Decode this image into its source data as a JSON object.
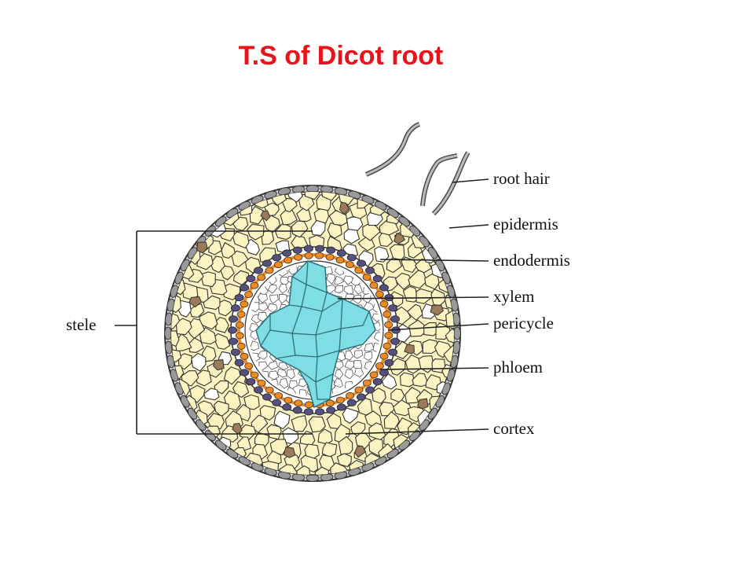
{
  "title": "T.S of Dicot root",
  "labels": {
    "root_hair": "root hair",
    "epidermis": "epidermis",
    "endodermis": "endodermis",
    "xylem": "xylem",
    "pericycle": "pericycle",
    "phloem": "phloem",
    "cortex": "cortex",
    "stele": "stele"
  },
  "colors": {
    "title": "#e8131b",
    "cortex_fill": "#fbf4c2",
    "epidermis_cells": "#9a9a9a",
    "endodermis_ring": "#55507e",
    "pericycle_ring": "#ee8a22",
    "xylem_fill": "#7fdde6",
    "cell_walls": "#3a3a3a",
    "brown_cells": "#9c7b5a"
  }
}
